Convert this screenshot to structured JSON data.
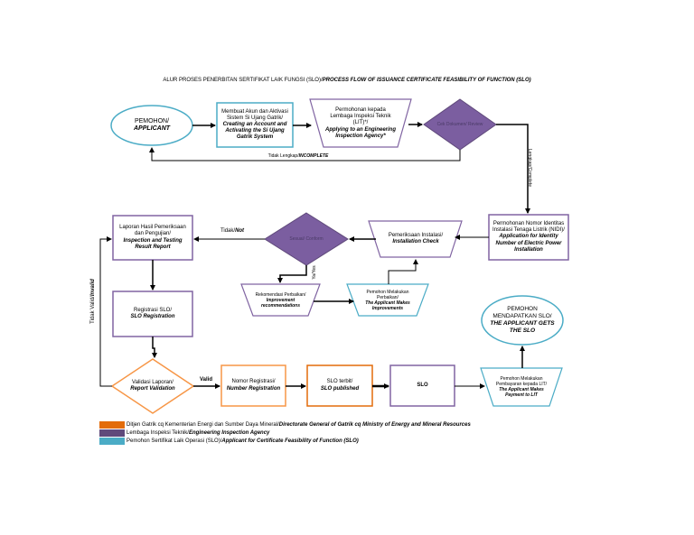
{
  "title": {
    "normal": "ALUR PROSES PENERBITAN SERTIFIKAT LAIK FUNGSI (SLO)/",
    "bold": "PROCESS FLOW OF ISSUANCE CERTIFICATE FEASIBILITY OF FUNCTION (SLO)"
  },
  "colors": {
    "applicant": "#4bacc6",
    "agency": "#8064a2",
    "directorate": "#f79646",
    "diamond_fill": "#7b5ea0"
  },
  "nodes": {
    "pemohon": {
      "l1": "PEMOHON/",
      "l2": "APPLICANT"
    },
    "akun": {
      "normal": "Membuat Akun dan Aktivasi Sistem Si Ujang Gatrik/",
      "bold": "Creating an Account and Activating the Si Ujang Gatrik System"
    },
    "permohonan_lit": {
      "normal": "Permohonan kepada Lembaga Inspeksi Teknik (LIT)*/",
      "bold": "Applying to an Engineering Inspection Agency*"
    },
    "cek_dokumen": {
      "text": "Cek Dokumen/ Review"
    },
    "tidak_lengkap": {
      "normal": "Tidak Lengkap/",
      "bold": "INCOMPLETE"
    },
    "lengkap": {
      "text": "Lengkap/Complete"
    },
    "nidi": {
      "normal": "Permohonan Nomor Identitas Instalasi Tenaga Listrik (NIDI)/",
      "bold": "Application for Identity Number of Electric Power Installation"
    },
    "pemeriksaan": {
      "normal": "Pemeriksaan Instalasi/",
      "bold": "Installation Check"
    },
    "sesuai": {
      "text": "Sesuai/ Conform"
    },
    "tidak": {
      "normal": "Tidak/",
      "bold": "Not"
    },
    "ya": {
      "text": "Ya/Yes"
    },
    "rekomendasi": {
      "normal": "Rekomendasi Perbaikan/",
      "bold": "Improvement recommendations"
    },
    "perbaikan": {
      "normal": "Pemohon Melakukan Perbaikan/",
      "bold": "The Applicant Makes Improvements"
    },
    "laporan": {
      "normal": "Laporan Hasil Pemeriksaan dan Pengujian/",
      "bold": "Inspection and Testing Result Report"
    },
    "registrasi": {
      "normal": "Registrasi SLO/",
      "bold": "SLO Registration"
    },
    "tidak_valid": {
      "normal": "Tidak Valid/",
      "bold": "Invalid"
    },
    "validasi": {
      "normal": "Validasi Laporan/",
      "bold": "Report Validation"
    },
    "valid": {
      "text": "Valid"
    },
    "nomor_reg": {
      "normal": "Nomor Registrasi/",
      "bold": "Number Registration"
    },
    "slo_terbit": {
      "normal": "SLO terbit/",
      "bold": "SLO published"
    },
    "slo": {
      "text": "SLO"
    },
    "pembayaran": {
      "normal": "Pemohon Melakukan Pembayaran kepada LIT/",
      "bold": "The Applicant Makes Payment to LIT"
    },
    "mendapatkan": {
      "normal": "PEMOHON MENDAPATKAN SLO/",
      "bold": "THE APPLICANT GETS THE SLO"
    }
  },
  "legend": [
    {
      "color": "#e36c0a",
      "normal": "Ditjen Gatrik cq Kementerian Energi dan Sumber Daya Mineral/",
      "bold": "Directorate General of Gatrik cq Ministry of Energy and Mineral Resources"
    },
    {
      "color": "#604a7b",
      "normal": "Lembaga Inspeksi Teknik/",
      "bold": "Engineering Inspection Agency"
    },
    {
      "color": "#4bacc6",
      "normal": "Pemohon Sertifikat Laik Operasi (SLO)/",
      "bold": "Applicant for Certificate Feasibility of Function (SLO)"
    }
  ]
}
